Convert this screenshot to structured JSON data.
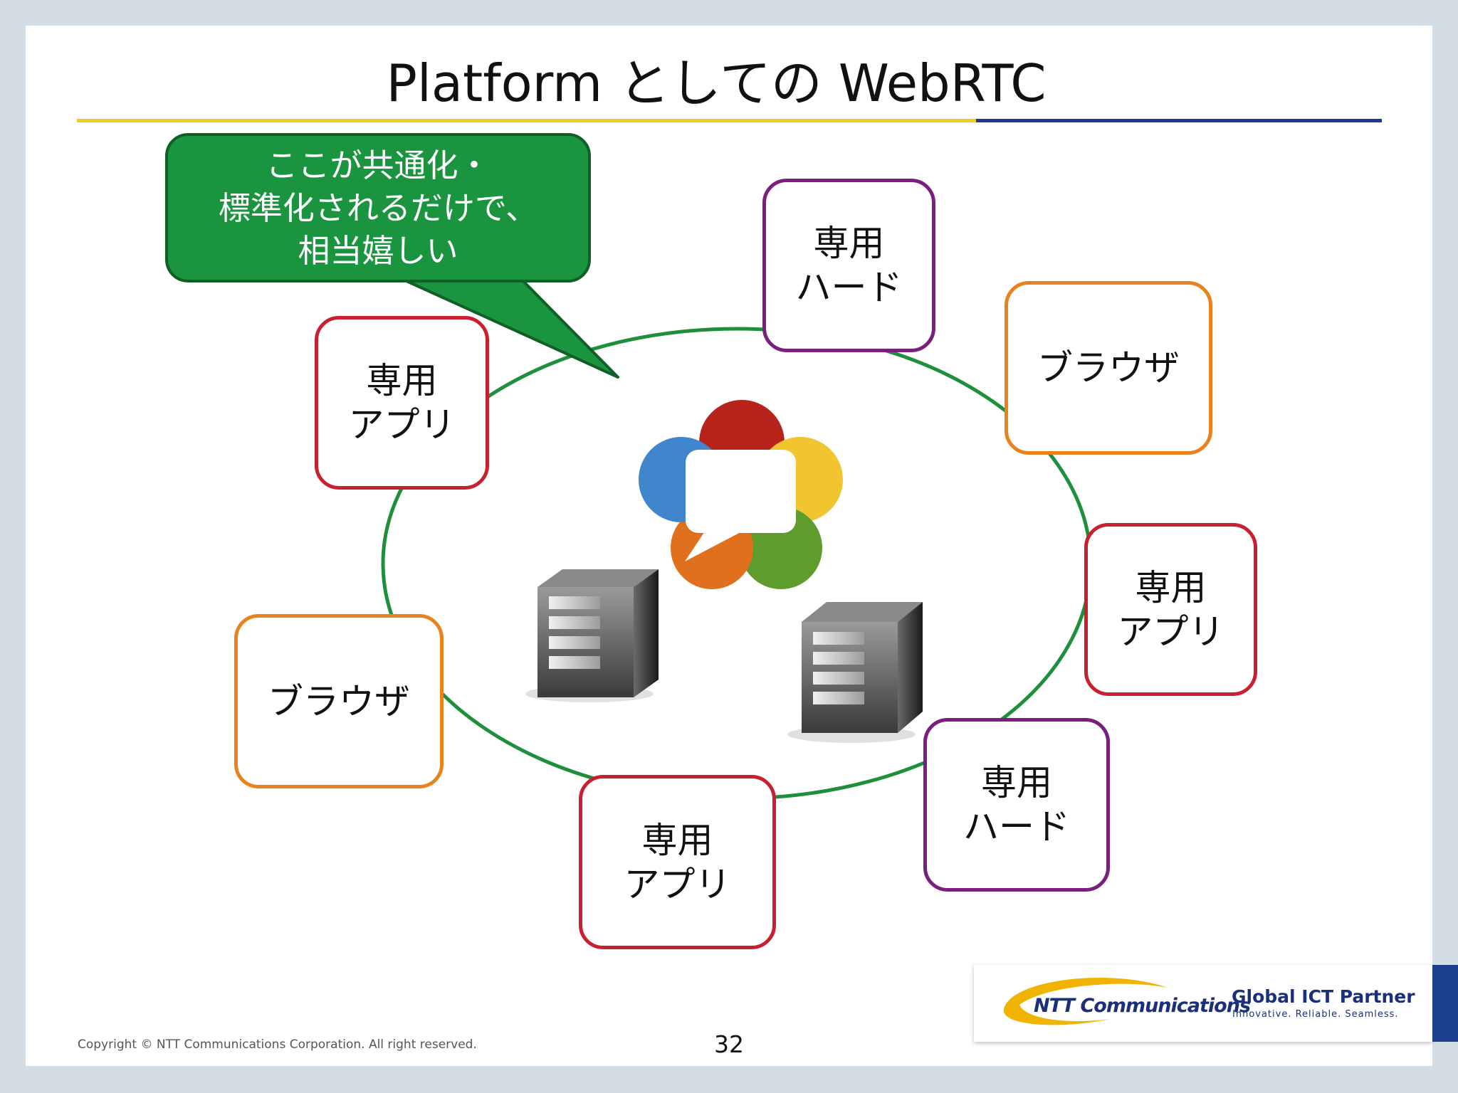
{
  "slide": {
    "title": "Platform としての WebRTC",
    "page_number": "32",
    "copyright": "Copyright © NTT Communications Corporation. All right reserved."
  },
  "callout": {
    "lines": [
      "ここが共通化・",
      "標準化されるだけで、",
      "相当嬉しい"
    ],
    "fill_color": "#1a943e"
  },
  "nodes": {
    "top_hard": [
      "専用",
      "ハード"
    ],
    "top_right_browser": [
      "ブラウザ"
    ],
    "right_app": [
      "専用",
      "アプリ"
    ],
    "bottom_right_hard": [
      "専用",
      "ハード"
    ],
    "bottom_app": [
      "専用",
      "アプリ"
    ],
    "left_browser": [
      "ブラウザ"
    ],
    "left_app": [
      "専用",
      "アプリ"
    ]
  },
  "colors": {
    "ring": "#1e8f3a",
    "app_border": "#c8202f",
    "hard_border": "#7a1f7d",
    "browser_border": "#e7821d"
  },
  "footer": {
    "brand": "NTT Communications",
    "partner": "Global ICT Partner",
    "tagline": "Innovative. Reliable. Seamless."
  }
}
